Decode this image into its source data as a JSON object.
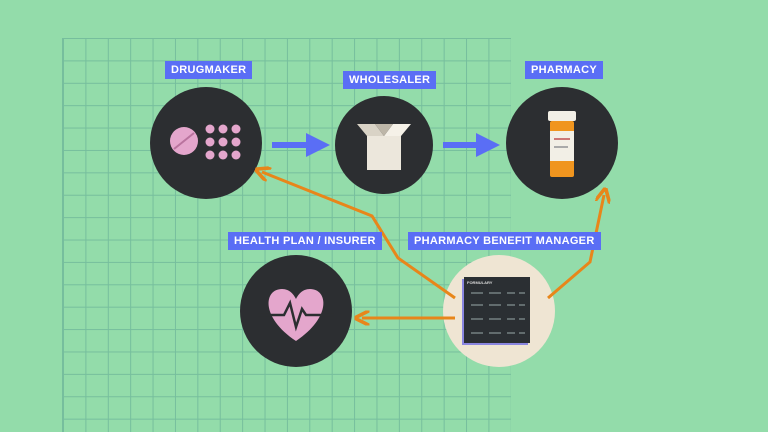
{
  "labels": {
    "drugmaker": "DRUGMAKER",
    "wholesaler": "WHOLESALER",
    "pharmacy": "PHARMACY",
    "health_plan": "HEALTH PLAN / INSURER",
    "pbm": "PHARMACY BENEFIT MANAGER"
  },
  "formulary": {
    "title": "FORMULARY"
  },
  "colors": {
    "background": "#93dcaa",
    "label": "#5a6ef5",
    "arrow_blue": "#5a6ef5",
    "arrow_orange": "#e8861a",
    "circle": "#2c2e31"
  }
}
